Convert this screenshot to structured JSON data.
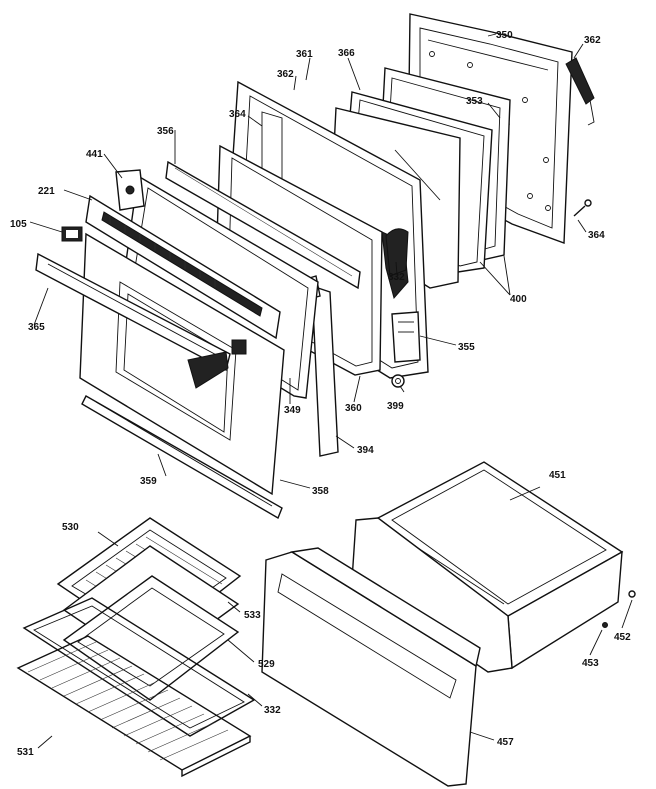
{
  "labels": {
    "l350": "350",
    "l362a": "362",
    "l361": "361",
    "l362b": "362",
    "l366": "366",
    "l364a": "364",
    "l353": "353",
    "l356": "356",
    "l441": "441",
    "l221": "221",
    "l105": "105",
    "l365": "365",
    "l364b": "364",
    "l332a": "332",
    "l400": "400",
    "l355": "355",
    "l349": "349",
    "l360": "360",
    "l399": "399",
    "l394": "394",
    "l359": "359",
    "l358": "358",
    "l451": "451",
    "l530": "530",
    "l533": "533",
    "l529": "529",
    "l452": "452",
    "l453": "453",
    "l332b": "332",
    "l531": "531",
    "l457": "457"
  }
}
